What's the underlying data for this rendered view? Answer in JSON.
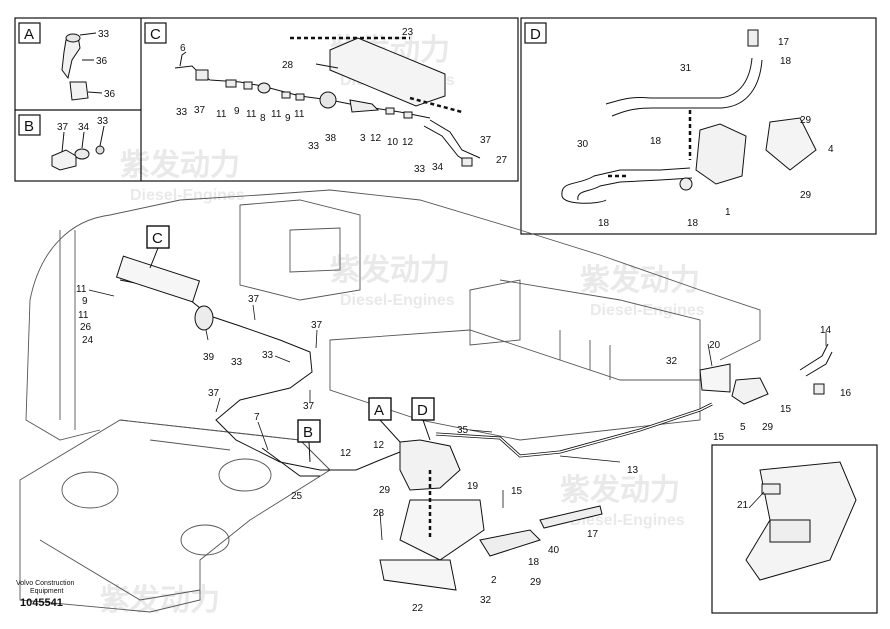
{
  "figure": {
    "footer": {
      "company_line1": "Volvo Construction",
      "company_line2": "Equipment",
      "drawing_number": "1045541"
    },
    "watermark": {
      "brand_cn": "紫发动力",
      "brand_en": "Diesel-Engines"
    },
    "detail_panels": [
      {
        "letter": "A"
      },
      {
        "letter": "B"
      },
      {
        "letter": "C"
      },
      {
        "letter": "D"
      }
    ],
    "main_view_markers": [
      {
        "letter": "C"
      },
      {
        "letter": "A"
      },
      {
        "letter": "D"
      },
      {
        "letter": "B"
      }
    ],
    "callouts": {
      "a": [
        "33",
        "36",
        "36"
      ],
      "b": [
        "37",
        "34",
        "33"
      ],
      "c": [
        "23",
        "6",
        "28",
        "33",
        "37",
        "11",
        "9",
        "11",
        "8",
        "11",
        "9",
        "11",
        "33",
        "38",
        "3",
        "12",
        "10",
        "12",
        "37",
        "33",
        "34",
        "27"
      ],
      "d": [
        "17",
        "18",
        "31",
        "29",
        "4",
        "18",
        "30",
        "18",
        "1",
        "18",
        "29"
      ],
      "main": [
        "11",
        "9",
        "11",
        "26",
        "24",
        "39",
        "37",
        "33",
        "37",
        "33",
        "37",
        "7",
        "37",
        "25",
        "12",
        "12",
        "35",
        "29",
        "19",
        "28",
        "22",
        "32",
        "2",
        "29",
        "18",
        "40",
        "17",
        "15",
        "13",
        "32",
        "20",
        "14",
        "16",
        "15",
        "5",
        "29",
        "15",
        "21"
      ]
    }
  }
}
